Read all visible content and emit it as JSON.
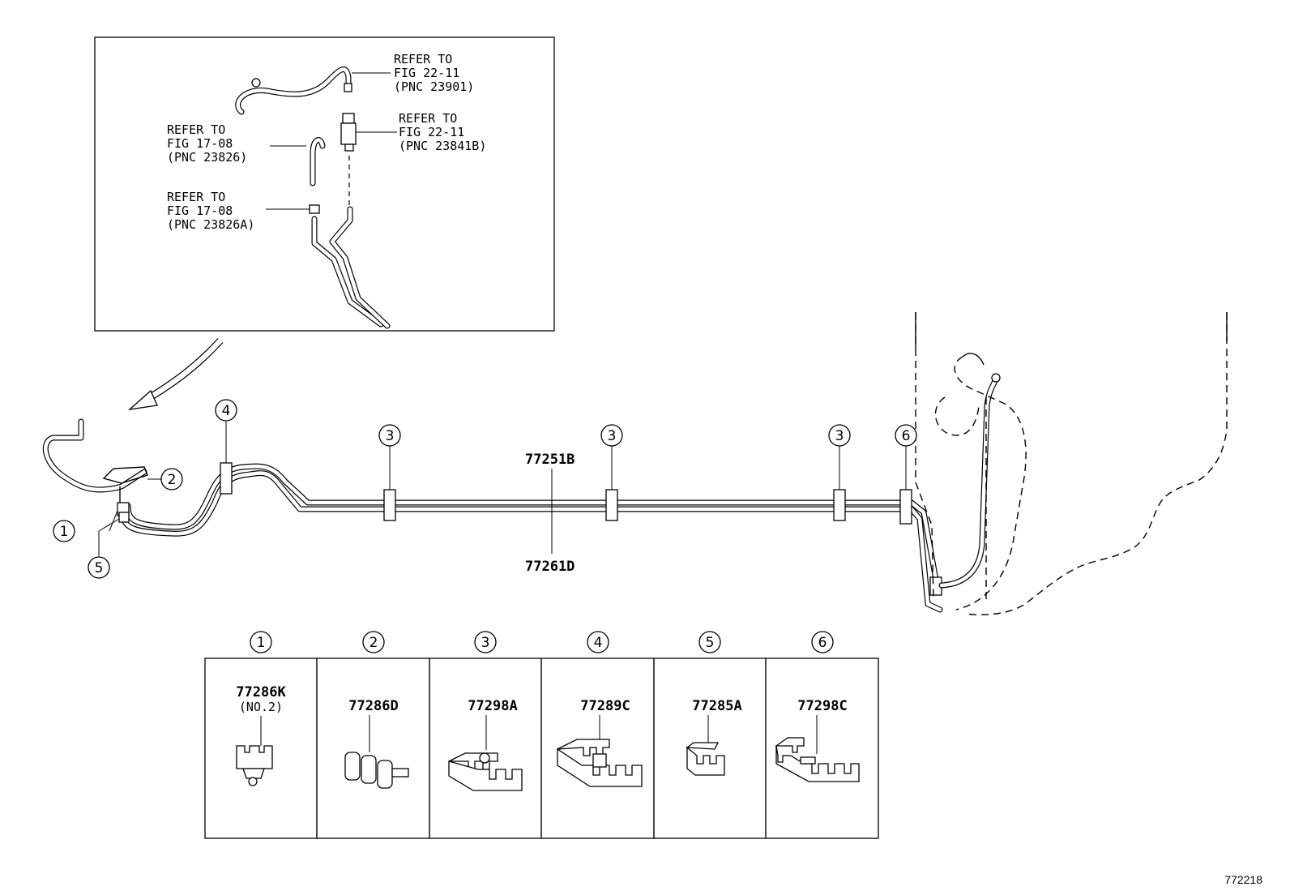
{
  "inset": {
    "refs": [
      {
        "line1": "REFER TO",
        "line2": "FIG 22-11",
        "line3": "(PNC 23901)"
      },
      {
        "line1": "REFER TO",
        "line2": "FIG 22-11",
        "line3": "(PNC 23841B)"
      },
      {
        "line1": "REFER TO",
        "line2": "FIG 17-08",
        "line3": "(PNC 23826)"
      },
      {
        "line1": "REFER TO",
        "line2": "FIG 17-08",
        "line3": "(PNC 23826A)"
      }
    ]
  },
  "main": {
    "tube_upper": "77251B",
    "tube_lower": "77261D",
    "callouts": [
      "4",
      "3",
      "3",
      "3",
      "6",
      "2",
      "1",
      "5"
    ]
  },
  "legend": {
    "items": [
      {
        "num": "1",
        "part": "77286K",
        "sub": "(NO.2)"
      },
      {
        "num": "2",
        "part": "77286D",
        "sub": ""
      },
      {
        "num": "3",
        "part": "77298A",
        "sub": ""
      },
      {
        "num": "4",
        "part": "77289C",
        "sub": ""
      },
      {
        "num": "5",
        "part": "77285A",
        "sub": ""
      },
      {
        "num": "6",
        "part": "77298C",
        "sub": ""
      }
    ]
  },
  "figure_number": "772218"
}
